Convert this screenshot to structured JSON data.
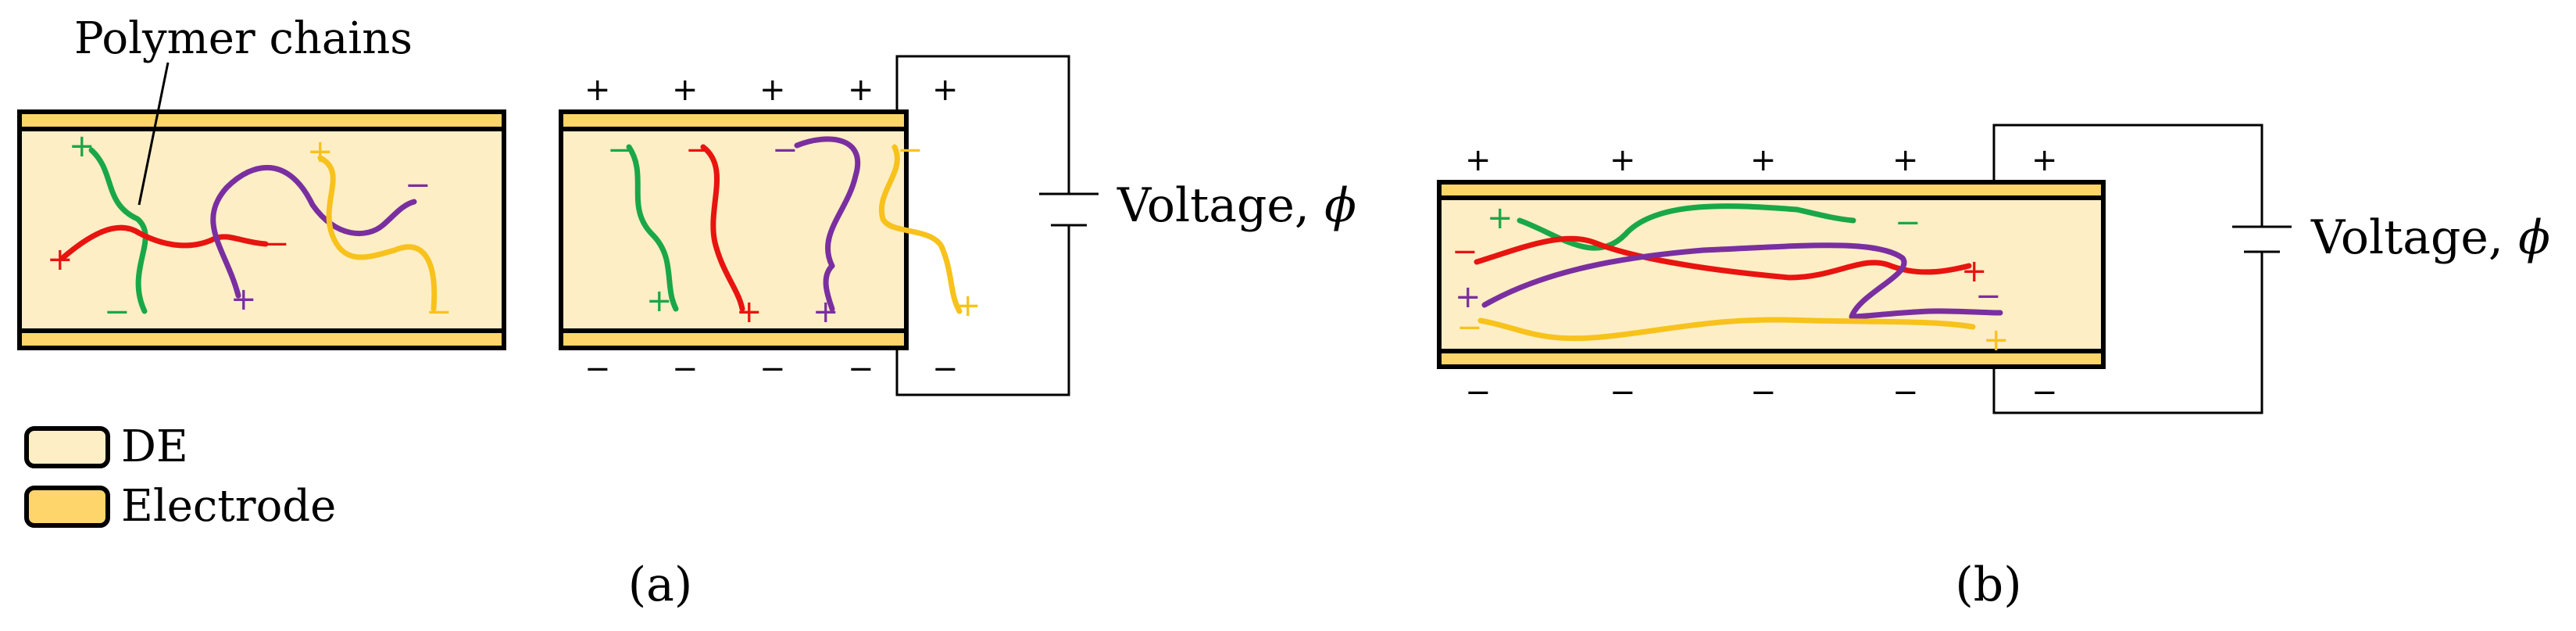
{
  "labels": {
    "polymer_chains": "Polymer chains",
    "voltage": "Voltage, ",
    "phi": "ϕ",
    "panel_a": "(a)",
    "panel_b": "(b)",
    "plus": "+",
    "minus": "−"
  },
  "legend": [
    {
      "label": "DE",
      "color": "#fdeec6"
    },
    {
      "label": "Electrode",
      "color": "#fdd56a"
    }
  ],
  "colors": {
    "dielectric": "#fdeec6",
    "electrode": "#fdd56a",
    "chain_green": "#1aa748",
    "chain_red": "#e8140f",
    "chain_purple": "#7a2fa0",
    "chain_yellow": "#f8c21c"
  }
}
